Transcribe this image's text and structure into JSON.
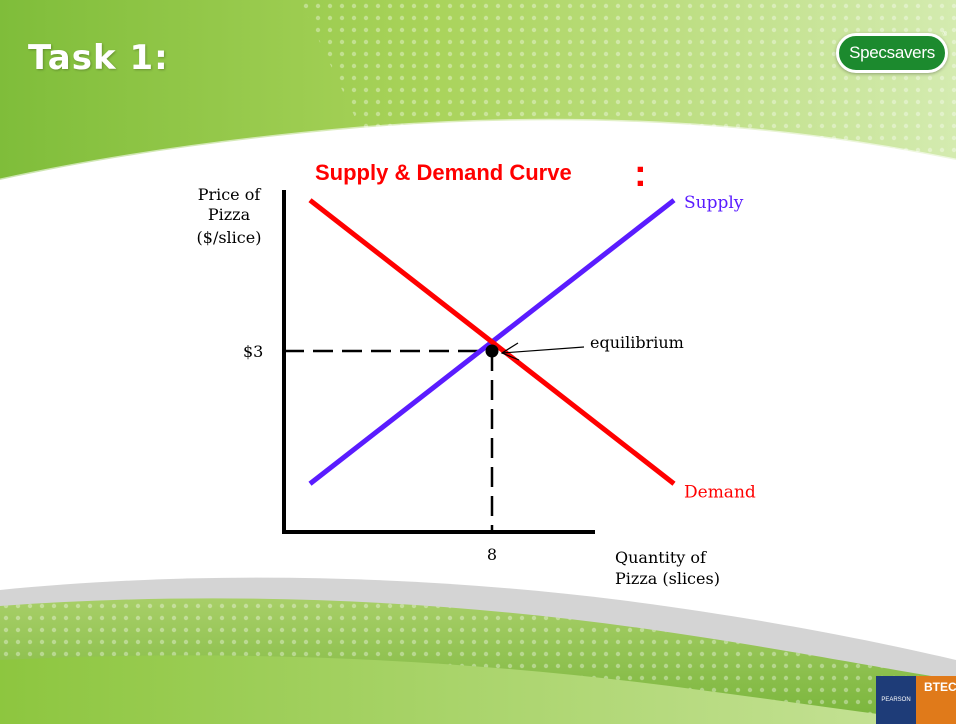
{
  "slide": {
    "title": "Task 1:",
    "logo_text": "Specsavers",
    "logo_mark": "®",
    "badge_left": "PEARSON",
    "badge_right": "BTEC"
  },
  "colors": {
    "green_light": "#b9dc6e",
    "green_mid": "#8dc63f",
    "green_dark": "#5a9a2a",
    "supply": "#5a1cff",
    "demand": "#ff0000",
    "title_red": "#ff0000"
  },
  "chart_data": {
    "type": "line",
    "title": "Supply & Demand Curve",
    "title_suffix": ":",
    "ylabel": [
      "Price of",
      "Pizza",
      "($/slice)"
    ],
    "xlabel": [
      "Quantity of",
      "Pizza (slices)"
    ],
    "x_ticks": [
      "8"
    ],
    "y_ticks": [
      "$3"
    ],
    "series": [
      {
        "name": "Supply",
        "color": "#5a1cff",
        "points": [
          [
            1,
            0.8
          ],
          [
            15,
            5.5
          ]
        ]
      },
      {
        "name": "Demand",
        "color": "#ff0000",
        "points": [
          [
            1,
            5.5
          ],
          [
            15,
            0.8
          ]
        ]
      }
    ],
    "equilibrium": {
      "x": 8,
      "y": 3,
      "label": "equilibrium"
    },
    "xlim": [
      0,
      16
    ],
    "ylim": [
      0,
      6
    ]
  }
}
